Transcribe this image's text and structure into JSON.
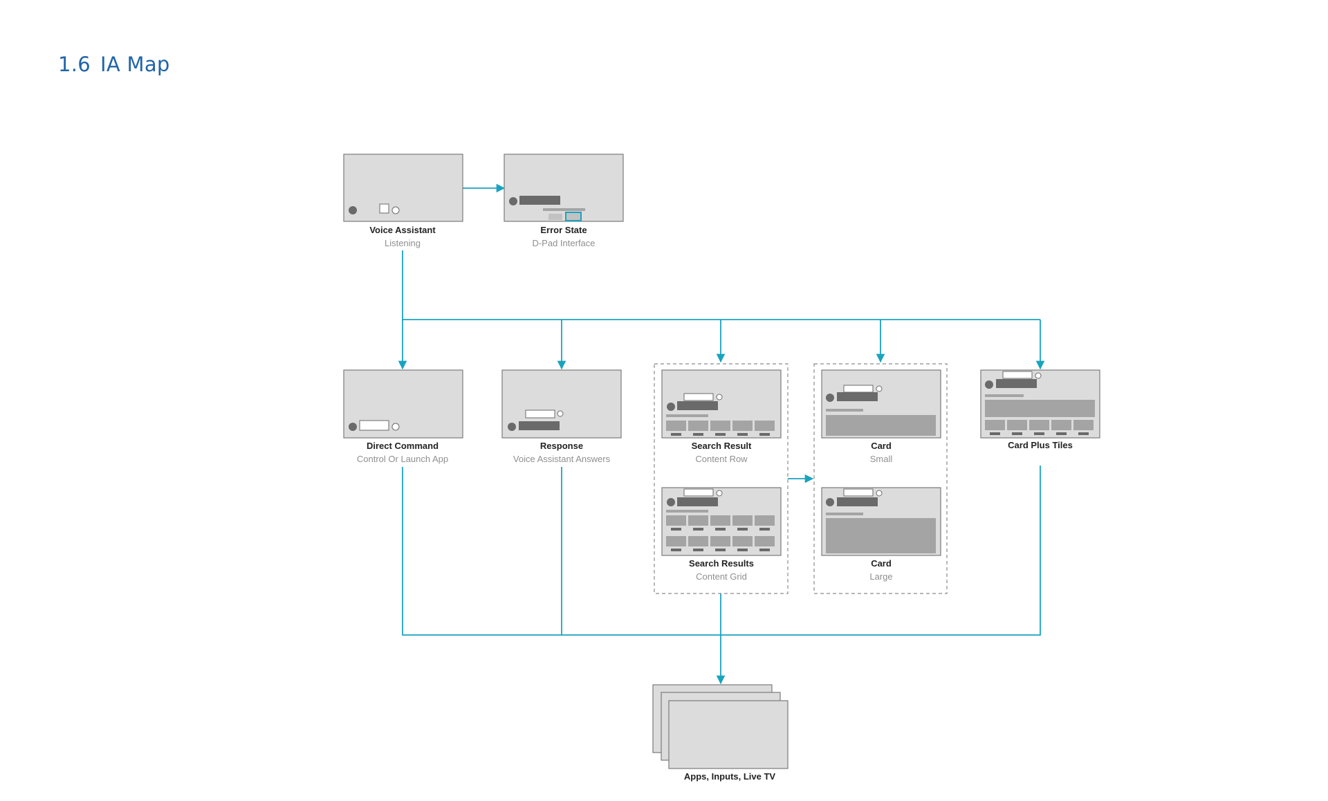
{
  "page": {
    "section_number": "1.6",
    "title": "IA Map"
  },
  "colors": {
    "accent": "#1aa3bf",
    "title": "#1f64a8",
    "screen_fill": "#dcdcdc",
    "wire_dark": "#6a6a6a"
  },
  "nodes": {
    "voice_assistant": {
      "title": "Voice Assistant",
      "subtitle": "Listening"
    },
    "error_state": {
      "title": "Error State",
      "subtitle": "D-Pad Interface"
    },
    "direct_command": {
      "title": "Direct Command",
      "subtitle": "Control Or Launch App"
    },
    "response": {
      "title": "Response",
      "subtitle": "Voice Assistant Answers"
    },
    "search_result": {
      "title": "Search Result",
      "subtitle": "Content Row"
    },
    "search_results": {
      "title": "Search Results",
      "subtitle": "Content Grid"
    },
    "card_small": {
      "title": "Card",
      "subtitle": "Small"
    },
    "card_large": {
      "title": "Card",
      "subtitle": "Large"
    },
    "card_plus_tiles": {
      "title": "Card Plus Tiles"
    },
    "apps_inputs": {
      "title": "Apps, Inputs, Live TV"
    }
  }
}
